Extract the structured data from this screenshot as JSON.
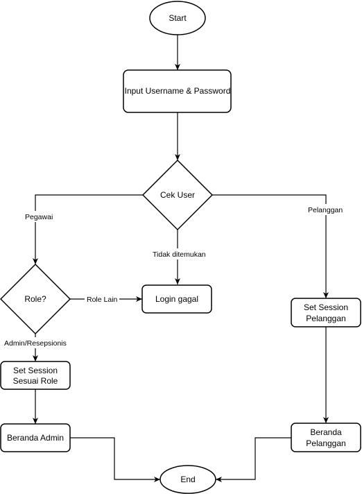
{
  "nodes": {
    "start": "Start",
    "input": "Input Username & Password",
    "cek_user": "Cek User",
    "role": "Role?",
    "login_gagal": "Login gagal",
    "set_session_role": [
      "Set Session",
      "Sesuai Role"
    ],
    "beranda_admin": "Beranda Admin",
    "set_session_pelanggan": [
      "Set Session",
      "Pelanggan"
    ],
    "beranda_pelanggan": [
      "Beranda",
      "Pelanggan"
    ],
    "end": "End"
  },
  "edges": {
    "pegawai": "Pegawai",
    "pelanggan": "Pelanggan",
    "tidak_ditemukan": "Tidak ditemukan",
    "role_lain": "Role Lain",
    "admin_resepsionis": "Admin/Resepsionis"
  },
  "colors": {
    "stroke": "#000000",
    "fill": "#ffffff"
  }
}
